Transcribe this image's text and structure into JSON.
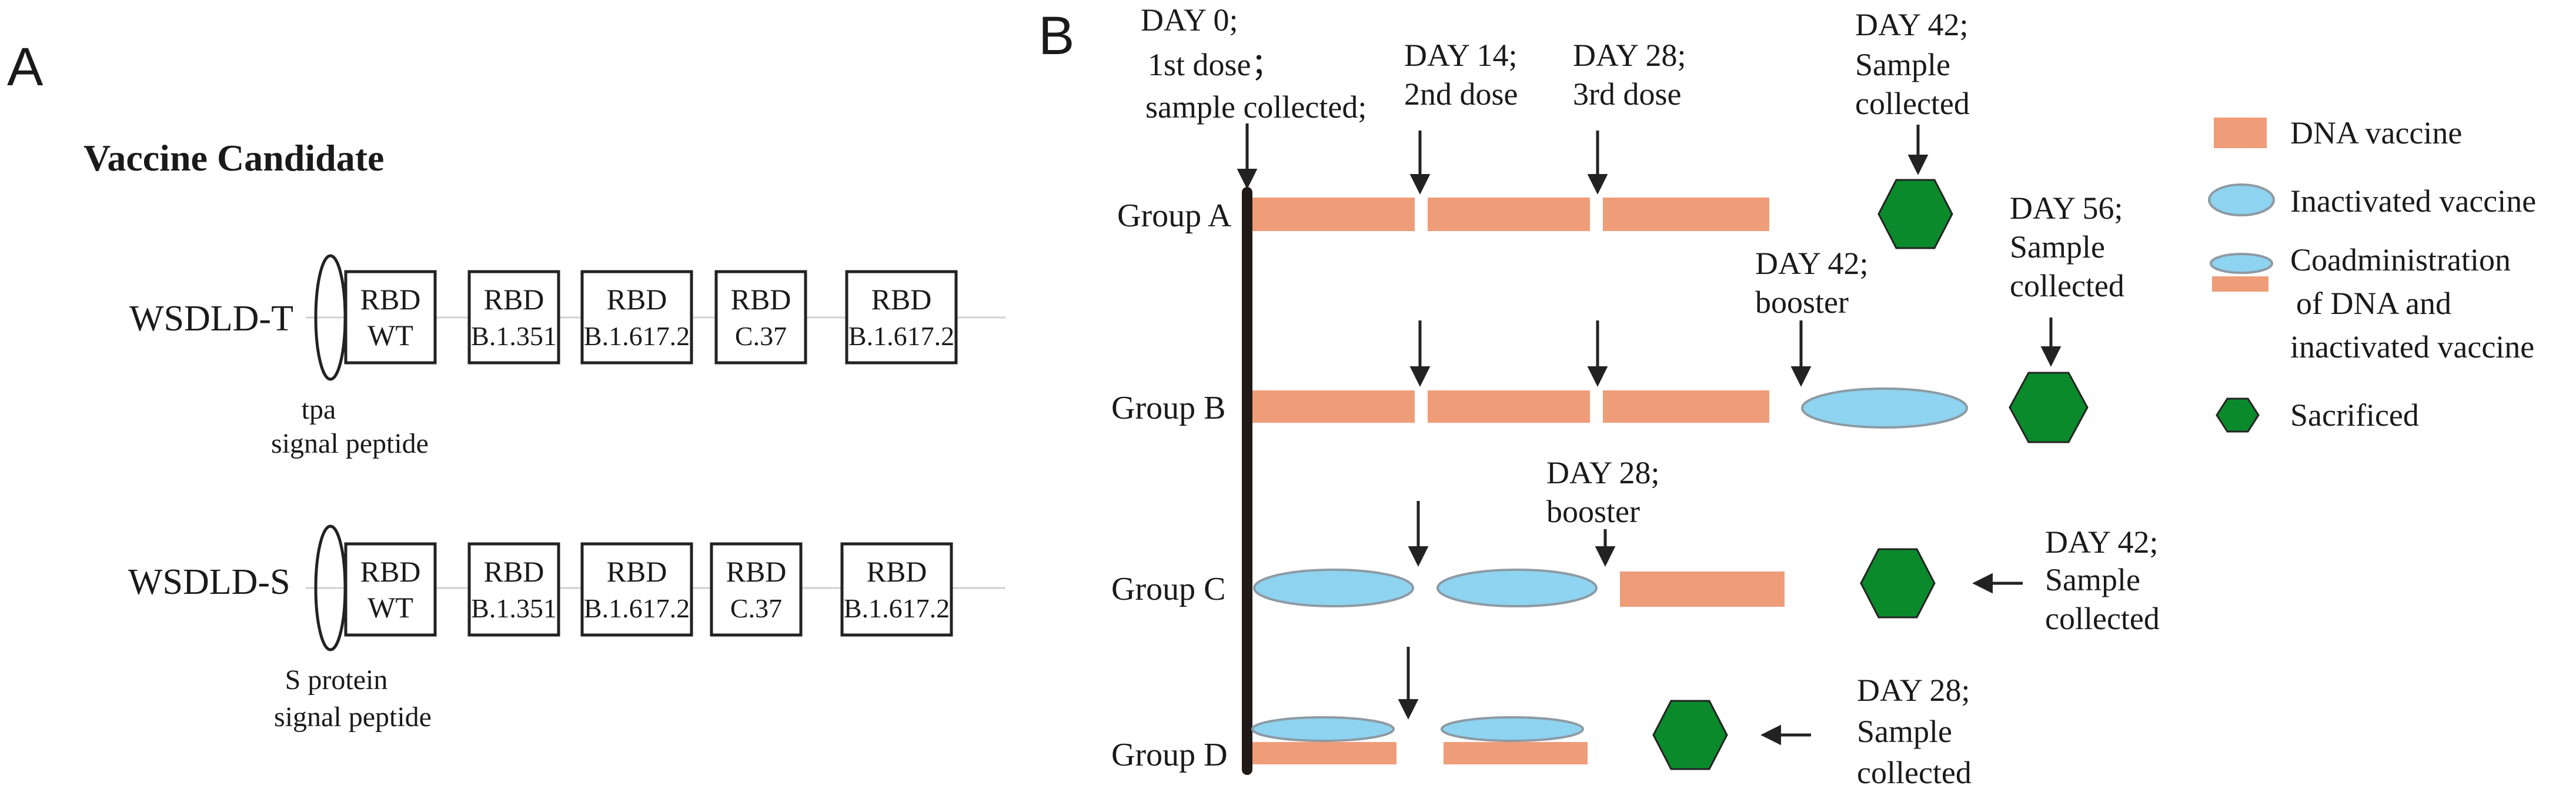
{
  "panel_a": {
    "letter": "A",
    "title": "Vaccine Candidate",
    "constructs": [
      {
        "name": "WSDLD-T",
        "signal_peptide": [
          "tpa",
          "signal peptide"
        ],
        "boxes": [
          [
            "RBD",
            "WT"
          ],
          [
            "RBD",
            "B.1.351"
          ],
          [
            "RBD",
            "B.1.617.2"
          ],
          [
            "RBD",
            "C.37"
          ],
          [
            "RBD",
            "B.1.617.2"
          ]
        ]
      },
      {
        "name": "WSDLD-S",
        "signal_peptide": [
          "S protein",
          "signal peptide"
        ],
        "boxes": [
          [
            "RBD",
            "WT"
          ],
          [
            "RBD",
            "B.1.351"
          ],
          [
            "RBD",
            "B.1.617.2"
          ],
          [
            "RBD",
            "C.37"
          ],
          [
            "RBD",
            "B.1.617.2"
          ]
        ]
      }
    ]
  },
  "panel_b": {
    "letter": "B",
    "top_labels": {
      "day0": [
        "DAY 0;",
        "1st dose；",
        "sample collected;"
      ],
      "day14": [
        "DAY 14;",
        "2nd dose"
      ],
      "day28": [
        "DAY 28;",
        "3rd dose"
      ],
      "day42": [
        "DAY 42;",
        "Sample",
        "collected"
      ]
    },
    "groups": [
      {
        "label": "Group A",
        "schedule": [
          "DNA vaccine",
          "DNA vaccine",
          "DNA vaccine"
        ]
      },
      {
        "label": "Group B",
        "schedule": [
          "DNA vaccine",
          "DNA vaccine",
          "DNA vaccine",
          "Inactivated vaccine"
        ],
        "booster_note": [
          "DAY 42;",
          "booster"
        ],
        "end_note": [
          "DAY 56;",
          "Sample",
          "collected"
        ]
      },
      {
        "label": "Group C",
        "schedule": [
          "Inactivated vaccine",
          "Inactivated vaccine",
          "DNA vaccine"
        ],
        "booster_note": [
          "DAY 28;",
          "booster"
        ],
        "end_note": [
          "DAY 42;",
          "Sample",
          "collected"
        ]
      },
      {
        "label": "Group D",
        "schedule": [
          "Coadministration",
          "Coadministration"
        ],
        "end_note": [
          "DAY 28;",
          "Sample",
          "collected"
        ]
      }
    ],
    "legend": [
      {
        "key": "dna",
        "text": [
          "DNA vaccine"
        ]
      },
      {
        "key": "inactivated",
        "text": [
          "Inactivated vaccine"
        ]
      },
      {
        "key": "coadmin",
        "text": [
          "Coadministration",
          "of DNA and",
          "inactivated vaccine"
        ]
      },
      {
        "key": "sacrificed",
        "text": [
          "Sacrificed"
        ]
      }
    ]
  },
  "colors": {
    "dna_vaccine": "#ef9c79",
    "inactivated_vaccine": "#8ed3f0",
    "ellipse_outline": "#8d9aa3",
    "sacrificed": "#0b8a2c",
    "timeline": "#1f1a17",
    "line": "#222222",
    "faint_line": "#d0d0d0"
  },
  "icons": {
    "arrow": "down-arrow-icon",
    "left_arrow": "left-arrow-icon",
    "hexagon": "hexagon-icon"
  }
}
